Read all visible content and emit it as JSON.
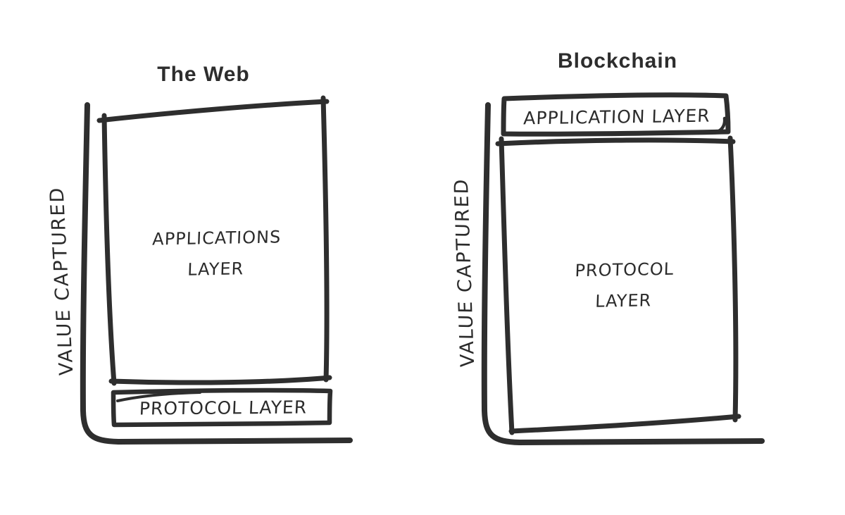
{
  "colors": {
    "ink": "#2e2e2e",
    "background": "#ffffff",
    "title_text": "#2d2d2d",
    "hand_text": "#2b2b2b"
  },
  "left_panel": {
    "title": "The Web",
    "axis_label": "VALUE CAPTURED",
    "big_box": {
      "label_line1": "APPLICATIONS",
      "label_line2": "LAYER"
    },
    "small_box": {
      "label": "PROTOCOL LAYER"
    }
  },
  "right_panel": {
    "title": "Blockchain",
    "axis_label": "VALUE CAPTURED",
    "small_box": {
      "label": "APPLICATION LAYER"
    },
    "big_box": {
      "label_line1": "PROTOCOL",
      "label_line2": "LAYER"
    }
  }
}
